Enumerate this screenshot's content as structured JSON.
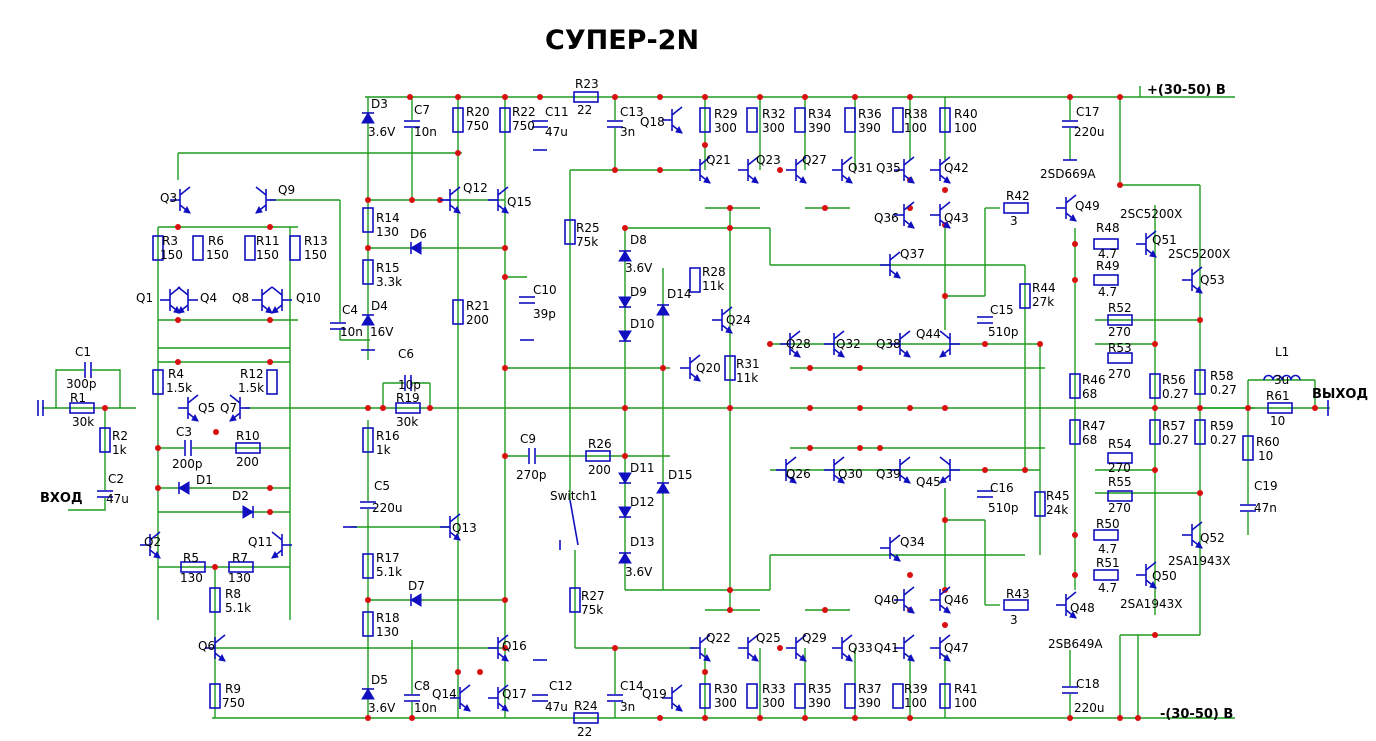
{
  "title": "СУПЕР-2N",
  "labels": {
    "input": "ВХОД",
    "output": "ВЫХОД",
    "pos_rail": "+(30-50) В",
    "neg_rail": "-(30-50) В",
    "switch": "Switch1"
  },
  "colors": {
    "wire": "#1f9c1f",
    "component": "#1010c0",
    "junction": "#d81010",
    "text": "#000000"
  },
  "resistors": [
    {
      "ref": "R1",
      "value": "30k"
    },
    {
      "ref": "R2",
      "value": "1k"
    },
    {
      "ref": "R3",
      "value": "150"
    },
    {
      "ref": "R4",
      "value": "1.5k"
    },
    {
      "ref": "R5",
      "value": "130"
    },
    {
      "ref": "R6",
      "value": "150"
    },
    {
      "ref": "R7",
      "value": "130"
    },
    {
      "ref": "R8",
      "value": "5.1k"
    },
    {
      "ref": "R9",
      "value": "750"
    },
    {
      "ref": "R10",
      "value": "200"
    },
    {
      "ref": "R11",
      "value": "150"
    },
    {
      "ref": "R12",
      "value": "1.5k"
    },
    {
      "ref": "R13",
      "value": "150"
    },
    {
      "ref": "R14",
      "value": "130"
    },
    {
      "ref": "R15",
      "value": "3.3k"
    },
    {
      "ref": "R16",
      "value": "1k"
    },
    {
      "ref": "R17",
      "value": "5.1k"
    },
    {
      "ref": "R18",
      "value": "130"
    },
    {
      "ref": "R19",
      "value": "30k"
    },
    {
      "ref": "R20",
      "value": "750"
    },
    {
      "ref": "R21",
      "value": "200"
    },
    {
      "ref": "R22",
      "value": "750"
    },
    {
      "ref": "R23",
      "value": "22"
    },
    {
      "ref": "R24",
      "value": "22"
    },
    {
      "ref": "R25",
      "value": "75k"
    },
    {
      "ref": "R26",
      "value": "200"
    },
    {
      "ref": "R27",
      "value": "75k"
    },
    {
      "ref": "R28",
      "value": "11k"
    },
    {
      "ref": "R29",
      "value": "300"
    },
    {
      "ref": "R30",
      "value": "300"
    },
    {
      "ref": "R31",
      "value": "11k"
    },
    {
      "ref": "R32",
      "value": "300"
    },
    {
      "ref": "R33",
      "value": "300"
    },
    {
      "ref": "R34",
      "value": "390"
    },
    {
      "ref": "R35",
      "value": "390"
    },
    {
      "ref": "R36",
      "value": "390"
    },
    {
      "ref": "R37",
      "value": "390"
    },
    {
      "ref": "R38",
      "value": "100"
    },
    {
      "ref": "R39",
      "value": "100"
    },
    {
      "ref": "R40",
      "value": "100"
    },
    {
      "ref": "R41",
      "value": "100"
    },
    {
      "ref": "R42",
      "value": "3"
    },
    {
      "ref": "R43",
      "value": "3"
    },
    {
      "ref": "R44",
      "value": "27k"
    },
    {
      "ref": "R45",
      "value": "24k"
    },
    {
      "ref": "R46",
      "value": "68"
    },
    {
      "ref": "R47",
      "value": "68"
    },
    {
      "ref": "R48",
      "value": "4.7"
    },
    {
      "ref": "R49",
      "value": "4.7"
    },
    {
      "ref": "R50",
      "value": "4.7"
    },
    {
      "ref": "R51",
      "value": "4.7"
    },
    {
      "ref": "R52",
      "value": "270"
    },
    {
      "ref": "R53",
      "value": "270"
    },
    {
      "ref": "R54",
      "value": "270"
    },
    {
      "ref": "R55",
      "value": "270"
    },
    {
      "ref": "R56",
      "value": "0.27"
    },
    {
      "ref": "R57",
      "value": "0.27"
    },
    {
      "ref": "R58",
      "value": "0.27"
    },
    {
      "ref": "R59",
      "value": "0.27"
    },
    {
      "ref": "R60",
      "value": "10"
    },
    {
      "ref": "R61",
      "value": "10"
    }
  ],
  "capacitors": [
    {
      "ref": "C1",
      "value": "300p"
    },
    {
      "ref": "C2",
      "value": "47u"
    },
    {
      "ref": "C3",
      "value": "200p"
    },
    {
      "ref": "C4",
      "value": "10n"
    },
    {
      "ref": "C5",
      "value": "220u"
    },
    {
      "ref": "C6",
      "value": "10p"
    },
    {
      "ref": "C7",
      "value": "10n"
    },
    {
      "ref": "C8",
      "value": "10n"
    },
    {
      "ref": "C9",
      "value": "270p"
    },
    {
      "ref": "C10",
      "value": "39p"
    },
    {
      "ref": "C11",
      "value": "47u"
    },
    {
      "ref": "C12",
      "value": "47u"
    },
    {
      "ref": "C13",
      "value": "3n"
    },
    {
      "ref": "C14",
      "value": "3n"
    },
    {
      "ref": "C15",
      "value": "510p"
    },
    {
      "ref": "C16",
      "value": "510p"
    },
    {
      "ref": "C17",
      "value": "220u"
    },
    {
      "ref": "C18",
      "value": "220u"
    },
    {
      "ref": "C19",
      "value": "47n"
    }
  ],
  "diodes": [
    {
      "ref": "D1",
      "value": ""
    },
    {
      "ref": "D2",
      "value": ""
    },
    {
      "ref": "D3",
      "value": "3.6V"
    },
    {
      "ref": "D4",
      "value": "16V"
    },
    {
      "ref": "D5",
      "value": "3.6V"
    },
    {
      "ref": "D6",
      "value": ""
    },
    {
      "ref": "D7",
      "value": ""
    },
    {
      "ref": "D8",
      "value": "3.6V"
    },
    {
      "ref": "D9",
      "value": ""
    },
    {
      "ref": "D10",
      "value": ""
    },
    {
      "ref": "D11",
      "value": ""
    },
    {
      "ref": "D12",
      "value": ""
    },
    {
      "ref": "D13",
      "value": "3.6V"
    },
    {
      "ref": "D14",
      "value": ""
    },
    {
      "ref": "D15",
      "value": ""
    }
  ],
  "inductors": [
    {
      "ref": "L1",
      "value": "3u"
    }
  ],
  "part_numbers": [
    "2SD669A",
    "2SB649A",
    "2SC5200X",
    "2SC5200X",
    "2SA1943X",
    "2SA1943X"
  ]
}
